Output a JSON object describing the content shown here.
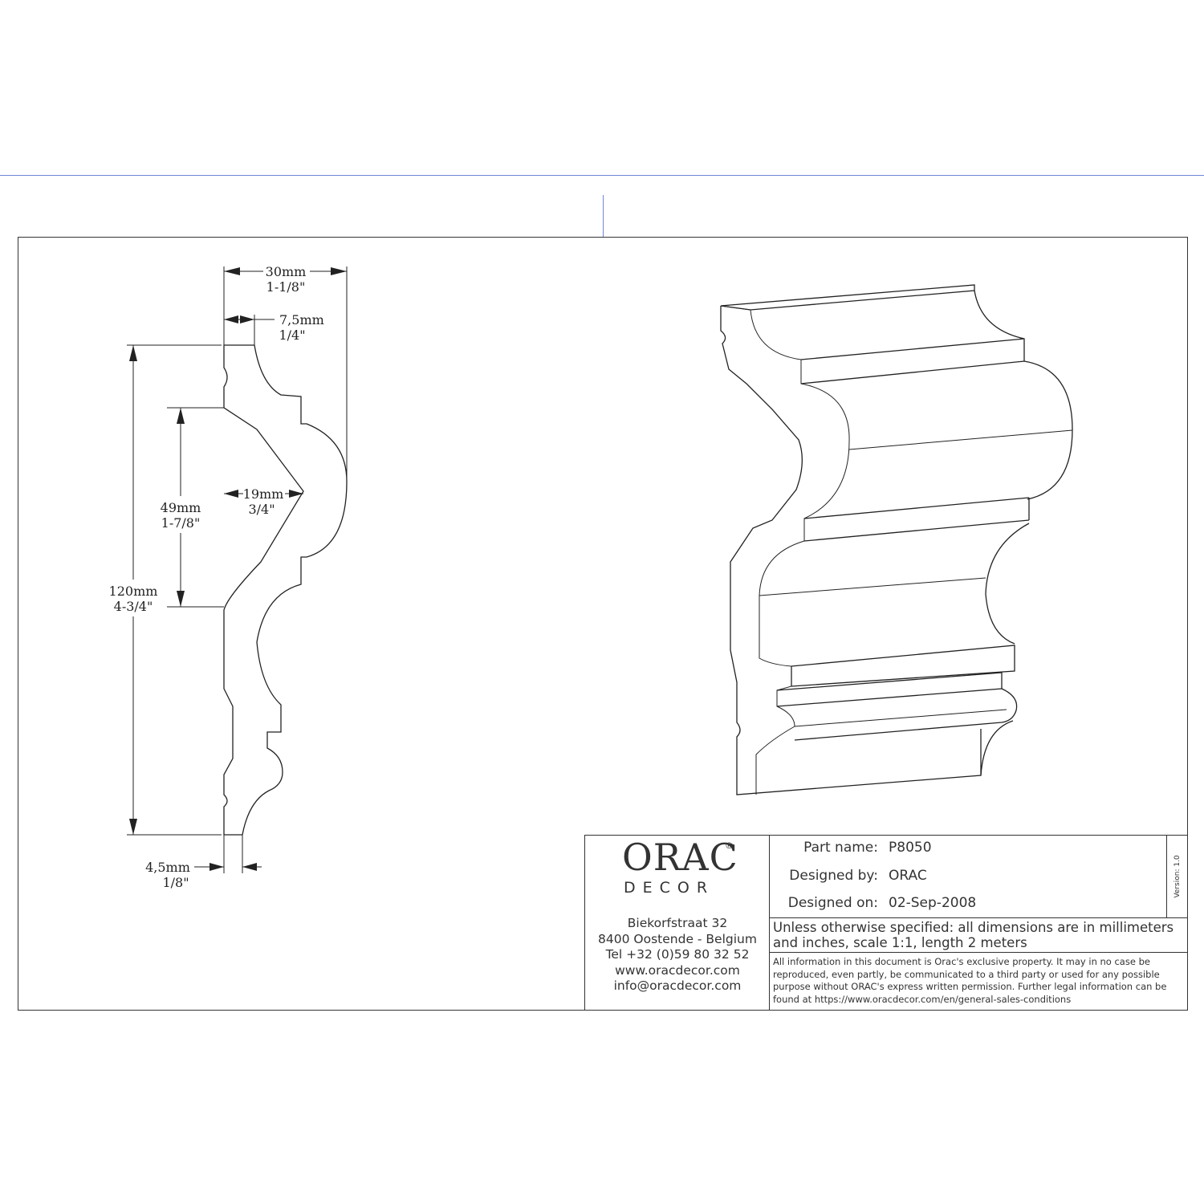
{
  "drawing": {
    "dimensions": {
      "width_total": {
        "mm": "30mm",
        "inch": "1-1/8\""
      },
      "top_lip": {
        "mm": "7,5mm",
        "inch": "1/4\""
      },
      "inner_depth": {
        "mm": "19mm",
        "inch": "3/4\""
      },
      "mid_height": {
        "mm": "49mm",
        "inch": "1-7/8\""
      },
      "total_height": {
        "mm": "120mm",
        "inch": "4-3/4\""
      },
      "bottom_lip": {
        "mm": "4,5mm",
        "inch": "1/8\""
      }
    }
  },
  "title_block": {
    "logo": {
      "brand": "ORAC",
      "reg": "®",
      "sub": "DECOR"
    },
    "address": [
      "Biekorfstraat 32",
      "8400 Oostende - Belgium",
      "Tel  +32 (0)59 80 32 52",
      "www.oracdecor.com",
      "info@oracdecor.com"
    ],
    "part_name_label": "Part name:",
    "part_name": "P8050",
    "designed_by_label": "Designed by:",
    "designed_by": "ORAC",
    "designed_on_label": "Designed on:",
    "designed_on": "02-Sep-2008",
    "version": "Version: 1.0",
    "units_note": "Unless otherwise specified: all dimensions are in millimeters and inches, scale 1:1, length 2 meters",
    "legal_note": "All information in this document is Orac's exclusive property.  It may in no case be reproduced, even partly, be communicated to a third party or used for any possible purpose without ORAC's express written permission. Further legal information can be found at https://www.oracdecor.com/en/general-sales-conditions"
  },
  "colors": {
    "guide": "#6f86d6",
    "ink": "#222222"
  }
}
